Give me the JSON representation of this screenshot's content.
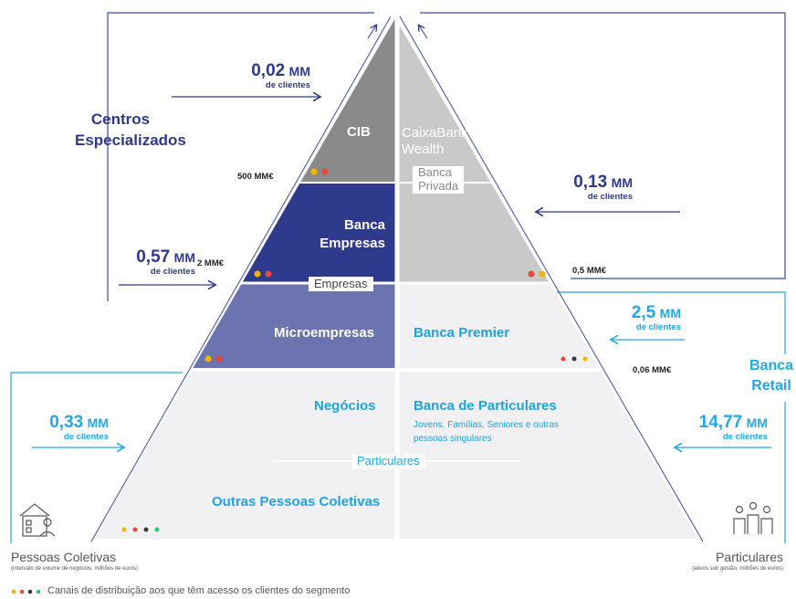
{
  "left_group": {
    "line1": "Centros",
    "line2": "Especializados"
  },
  "right_group": {
    "line1": "Banca",
    "line2": "Retail"
  },
  "segments": {
    "cib": "CIB",
    "wealth_1": "CaixaBank",
    "wealth_2": "Wealth",
    "banca_empresas_1": "Banca",
    "banca_empresas_2": "Empresas",
    "microempresas": "Microempresas",
    "banca_premier": "Banca Premier",
    "negocios": "Negócios",
    "banca_particulares": "Banca de Particulares",
    "particulares_desc_1": "Jovens, Famílias, Seniores e outras",
    "particulares_desc_2": "pessoas singulares",
    "outras_pessoas": "Outras Pessoas Coletivas"
  },
  "tags": {
    "banca_privada_1": "Banca",
    "banca_privada_2": "Privada",
    "empresas": "Empresas",
    "particulares": "Particulares"
  },
  "thresholds": {
    "t500": "500 MM€",
    "t2": "2 MM€",
    "t05": "0,5 MM€",
    "t006": "0,06 MM€"
  },
  "clients": {
    "cib": {
      "value": "0,02",
      "unit": "MM",
      "label": "de clientes"
    },
    "banca_privada": {
      "value": "0,13",
      "unit": "MM",
      "label": "de clientes"
    },
    "empresas": {
      "value": "0,57",
      "unit": "MM",
      "label": "de clientes"
    },
    "premier": {
      "value": "2,5",
      "unit": "MM",
      "label": "de clientes"
    },
    "negocios": {
      "value": "0,33",
      "unit": "MM",
      "label": "de clientes"
    },
    "particulares": {
      "value": "14,77",
      "unit": "MM",
      "label": "de clientes"
    }
  },
  "footer": {
    "left_title": "Pessoas Coletivas",
    "left_sub": "(intervalo de volume de negócios, milhões de euros)",
    "right_title": "Particulares",
    "right_sub": "(ativos sob gestão, milhões de euros)",
    "legend": "Canais de distribuição aos que têm acesso os clientes do segmento"
  },
  "colors": {
    "grey_dark": "#8a8a8a",
    "navy": "#2e3a8c",
    "mid_blue": "#6b74ae",
    "light_grey": "#c9c9c9",
    "pale": "#f1f1f3",
    "cyan": "#22a8e6",
    "dot_yellow": "#f5b400",
    "dot_red": "#e8473a",
    "dot_dark": "#3a3a3a",
    "dot_green": "#2ecc71"
  }
}
